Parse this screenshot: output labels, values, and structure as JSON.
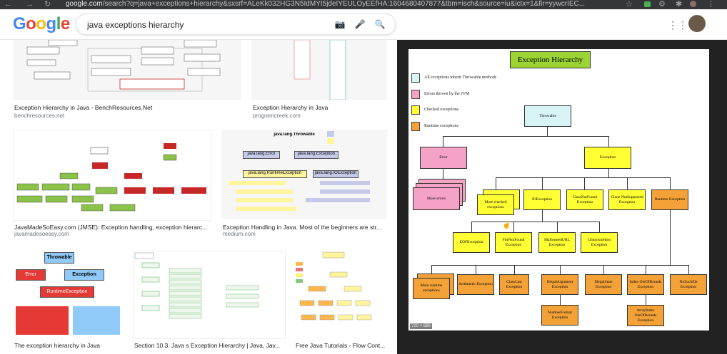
{
  "browser": {
    "url_domain": "google.com",
    "url_rest": "/search?q=java+exceptions+hierarchy&sxsrf=ALeKk032HG3N5IdMYI5jdeIYEULOyEEfHA:1604680407877&tbm=isch&source=iu&ictx=1&fir=yywcrIEC..."
  },
  "header": {
    "logo": "Google",
    "query": "java exceptions hierarchy"
  },
  "icons": {
    "camera": "camera-icon",
    "mic": "mic-icon",
    "search": "search-icon",
    "apps": "apps-grid-icon",
    "close": "close-icon",
    "prev": "chevron-left-icon",
    "next": "chevron-right-icon"
  },
  "results": [
    {
      "title": "Exception Hierarchy in Java - BenchResources.Net",
      "source": "benchresources.net"
    },
    {
      "title": "Exception Hierarchy in Java",
      "source": "programcreek.com"
    },
    {
      "title": "JavaMadeSoEasy.com (JMSE): Exception handling, exception hierarc...",
      "source": "javamadesoeasy.com"
    },
    {
      "title": "Exception Handling in Java. Most of the beginners are str...",
      "source": "medium.com"
    },
    {
      "title": "The exception hierarchy in Java",
      "source": ""
    },
    {
      "title": "Section 10.3. Java s Exception Hierarchy | Java, Jav...",
      "source": ""
    },
    {
      "title": "Free Java Tutorials - Flow Cont...",
      "source": ""
    }
  ],
  "thumb_text": {
    "throwable": "java.lang.Throwable",
    "error": "java.lang.Error",
    "exception": "java.lang.Exception",
    "runtime": "java.lang.RuntimeException",
    "ioexc": "java.lang.IOException",
    "t_throwable": "Throwable",
    "t_error": "Error",
    "t_exception": "Exception",
    "t_runtime": "RuntimeException"
  },
  "preview": {
    "title": "Exception Hierarchy",
    "dimensions": "720 × 686",
    "legend": [
      {
        "label": "All exceptions inherit Throwable methods",
        "color": "#d8f4f4"
      },
      {
        "label": "Errors thrown by the JVM",
        "color": "#f4a3c6"
      },
      {
        "label": "Checked exceptions",
        "color": "#ffff33"
      },
      {
        "label": "Runtime exceptions",
        "color": "#f4a238"
      }
    ],
    "nodes": {
      "throwable": "Throwable",
      "error": "Error",
      "exception": "Exception",
      "more_errors": "More errors",
      "more_checked": "More checked exceptions",
      "ioexception": "IOException",
      "classnotfound": "ClassNotFound Exception",
      "clone": "Clone NotSupported Exception",
      "runtime": "Runtime Exception",
      "eof": "EOFException",
      "filenotfound": "FileNotFound Exception",
      "malformed": "MalformedURL Exception",
      "unknownhost": "UnknownHost Exception",
      "more_runtime": "More runtime exceptions",
      "arithmetic": "Arithmetic Exception",
      "classcast": "ClassCast Exception",
      "illegalarg": "IllegalArgument Exception",
      "illegalstate": "IllegalState Exception",
      "indexoob": "Index OutOfBounds Exception",
      "nosuchelem": "NoSuchEle Exception",
      "numberformat": "NumberFormat Exception",
      "arrayindex": "ArrayIndex OutOfBounds Exception"
    }
  }
}
